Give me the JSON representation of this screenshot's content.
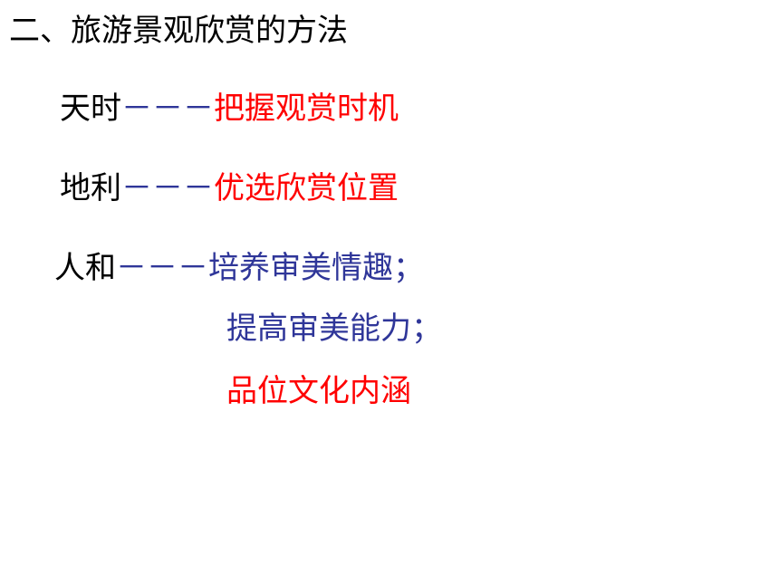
{
  "slide": {
    "title": "二、旅游景观欣赏的方法",
    "rows": [
      {
        "term": "天时",
        "dash": "－－－",
        "desc": "把握观赏时机",
        "desc_color": "#ff0000"
      },
      {
        "term": "地利",
        "dash": "－－－",
        "desc": "优选欣赏位置",
        "desc_color": "#ff0000"
      },
      {
        "term": "人和",
        "dash": "－－－",
        "desc": "培养审美情趣；",
        "desc_color": "#2f3699",
        "continuations": [
          {
            "text": "提高审美能力；",
            "color": "#2f3699"
          },
          {
            "text": "品位文化内涵",
            "color": "#ff0000"
          }
        ]
      }
    ]
  },
  "colors": {
    "title": "#000000",
    "term": "#000000",
    "dash": "#2f3699",
    "red": "#ff0000",
    "blue": "#2f3699"
  }
}
